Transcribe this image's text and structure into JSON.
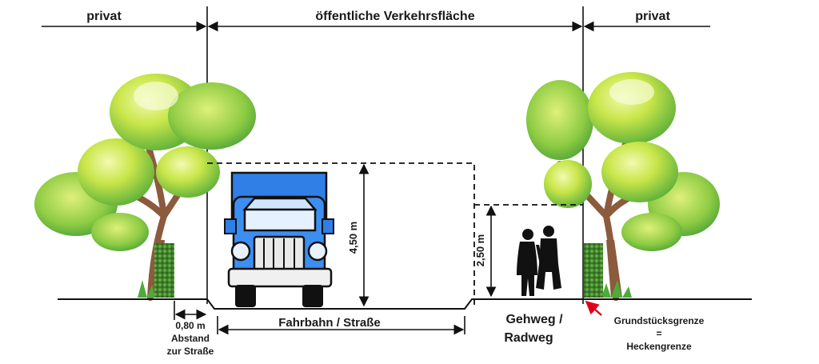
{
  "zones": {
    "left_private": "privat",
    "public_area": "öffentliche Verkehrsfläche",
    "right_private": "privat"
  },
  "dimensions": {
    "road_height": "4,50 m",
    "path_height": "2,50 m",
    "hedge_offset": "0,80 m"
  },
  "labels": {
    "road": "Fahrbahn / Straße",
    "path_line1": "Gehweg /",
    "path_line2": "Radweg",
    "offset_line1": "Abstand",
    "offset_line2": "zur Straße",
    "boundary_line1": "Grundstücksgrenze",
    "boundary_line2": "=",
    "boundary_line3": "Heckengrenze"
  },
  "colors": {
    "truck_body": "#2f7fe6",
    "truck_cab": "#3b8ff2",
    "hedge": "#3f8a2c",
    "foliage_light": "#d6ec5a",
    "foliage_dark": "#4faa3a",
    "trunk": "#8c5a3c",
    "pointer": "#e1001a"
  }
}
